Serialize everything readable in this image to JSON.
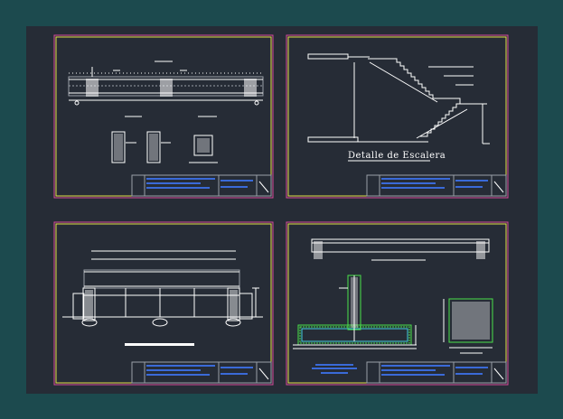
{
  "drawing": {
    "background": "#262c36",
    "border_color": "#1c4a4e",
    "sheet_frame_color": "#d64a9a",
    "sheet_inner_color": "#e4e048"
  },
  "sheets": [
    {
      "id": "beam-section-sheet"
    },
    {
      "id": "stair-detail-sheet",
      "caption": "Detalle de Escalera"
    },
    {
      "id": "elevation-sheet"
    },
    {
      "id": "foundation-detail-sheet"
    }
  ]
}
